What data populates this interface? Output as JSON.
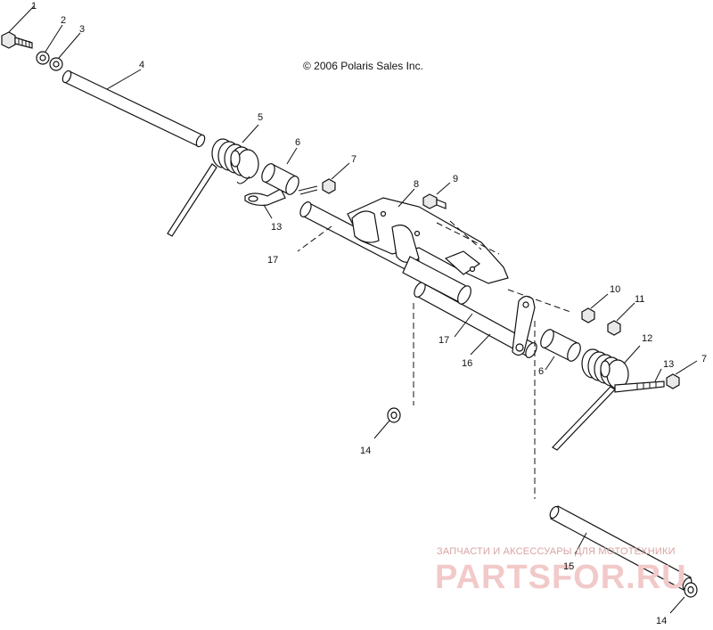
{
  "copyright": "© 2006 Polaris Sales Inc.",
  "watermark": {
    "line1": "ЗАПЧАСТИ И АКСЕССУАРЫ ДЛЯ МОТОТЕХНИКИ",
    "logo": "PARTSFOR.RU"
  },
  "callouts": {
    "c1": "1",
    "c2": "2",
    "c3": "3",
    "c4": "4",
    "c5": "5",
    "c6a": "6",
    "c6b": "6",
    "c7a": "7",
    "c7b": "7",
    "c8": "8",
    "c9": "9",
    "c10": "10",
    "c11": "11",
    "c12": "12",
    "c13a": "13",
    "c13b": "13",
    "c14a": "14",
    "c14b": "14",
    "c15": "15",
    "c16": "16",
    "c17a": "17",
    "c17b": "17"
  },
  "colors": {
    "ink": "#111111",
    "watermark": "#e8b0b0"
  }
}
